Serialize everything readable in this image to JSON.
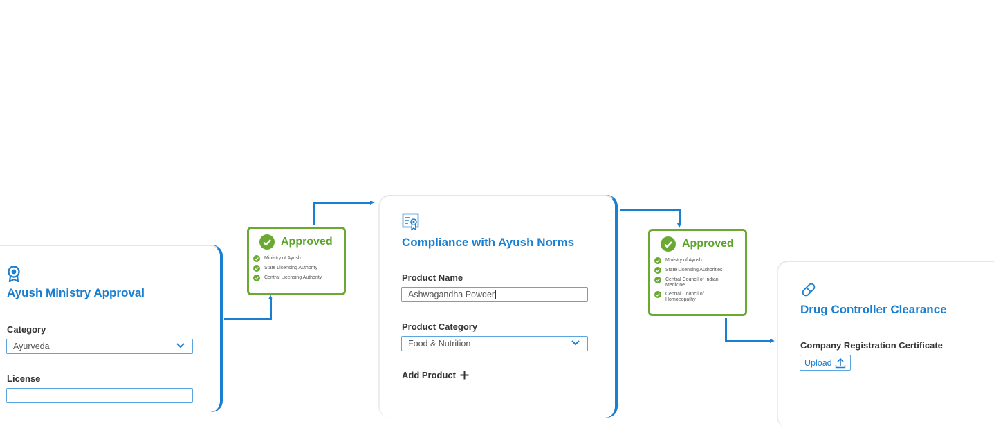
{
  "card_left": {
    "title": "Ayush Ministry Approval",
    "category_label": "Category",
    "category_value": "Ayurveda",
    "license_label": "License"
  },
  "approved_left": {
    "title": "Approved",
    "items": [
      "Ministry of Ayush",
      "State Licensing Authority",
      "Central Licensing Authority"
    ]
  },
  "card_center": {
    "title": "Compliance with Ayush Norms",
    "product_name_label": "Product Name",
    "product_name_value": "Ashwagandha Powder",
    "product_category_label": "Product Category",
    "product_category_value": "Food & Nutrition",
    "add_product_label": "Add Product"
  },
  "approved_right": {
    "title": "Approved",
    "items": [
      "Ministry of Ayush",
      "State Licensing Authorities",
      "Central Council of Indian Medicine",
      "Central Council of Homoeopathy"
    ]
  },
  "card_right": {
    "title": "Drug Controller Clearance",
    "cert_label": "Company Registration Certificate",
    "upload_label": "Upload"
  },
  "colors": {
    "accent": "#1a7fd0",
    "approved_green": "#6aaa32"
  },
  "icons": [
    "award-icon",
    "certificate-icon",
    "pill-icon",
    "check-circle-icon",
    "chevron-down-icon",
    "plus-icon",
    "upload-icon"
  ]
}
